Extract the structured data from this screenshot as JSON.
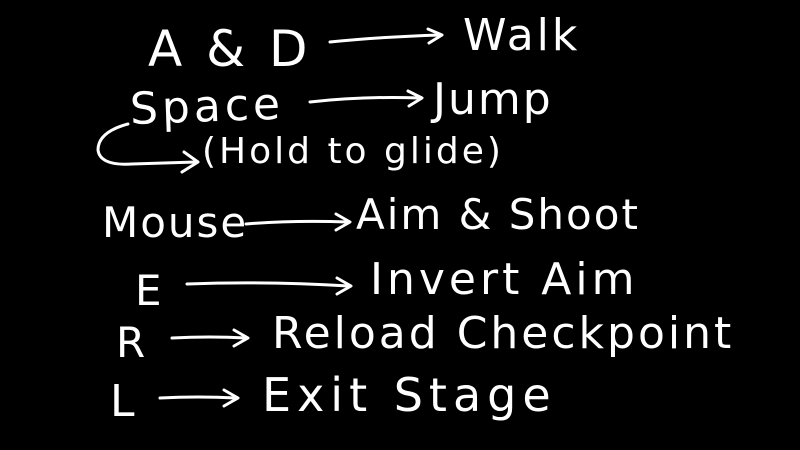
{
  "controls": [
    {
      "key": "A & D",
      "action": "Walk"
    },
    {
      "key": "Space",
      "action": "Jump",
      "note": "(Hold to glide)"
    },
    {
      "key": "Mouse",
      "action": "Aim & Shoot"
    },
    {
      "key": "E",
      "action": "Invert Aim"
    },
    {
      "key": "R",
      "action": "Reload Checkpoint"
    },
    {
      "key": "L",
      "action": "Exit Stage"
    }
  ],
  "colors": {
    "background": "#000000",
    "ink": "#ffffff"
  },
  "icons": [
    "arrow-right-icon",
    "curved-arrow-icon"
  ]
}
